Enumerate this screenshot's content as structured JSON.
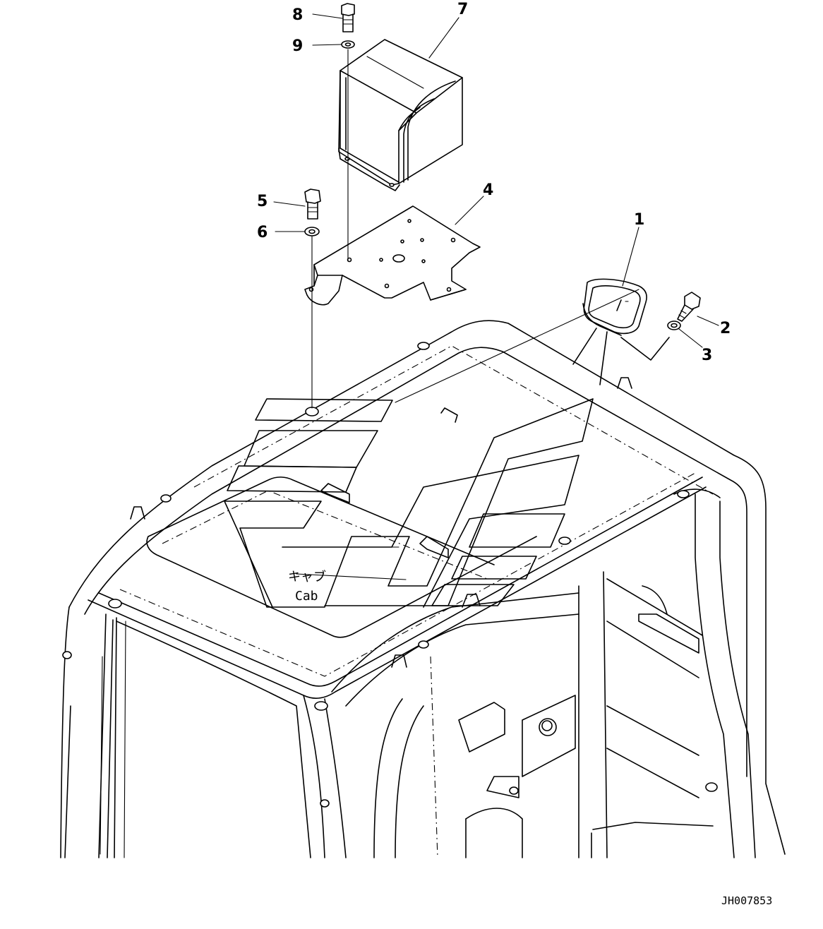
{
  "callouts": [
    "1",
    "2",
    "3",
    "4",
    "5",
    "6",
    "7",
    "8",
    "9"
  ],
  "cab_label": {
    "ja": "キャブ",
    "en": "Cab"
  },
  "drawing_id": "JH007853",
  "colors": {
    "line": "#000000",
    "background": "#ffffff"
  }
}
